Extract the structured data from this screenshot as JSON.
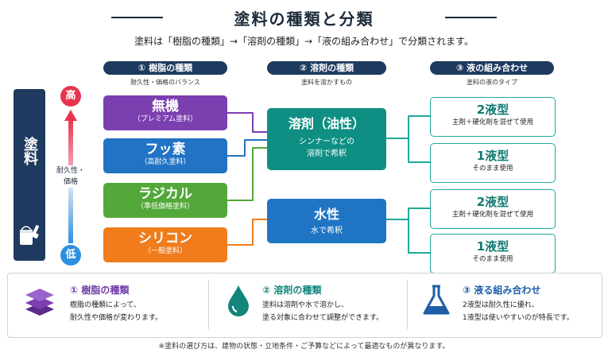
{
  "title": "塗料の種類と分類",
  "subtitle": "塗料は「樹脂の種類」→「溶剤の種類」→「液の組み合わせ」で分類されます。",
  "side_label": "塗料",
  "axis": {
    "high": "高",
    "low": "低",
    "label_line1": "耐久性・",
    "label_line2": "価格"
  },
  "columns": [
    {
      "header": "① 樹脂の種類",
      "sub": "耐久性・価格のバランス"
    },
    {
      "header": "② 溶剤の種類",
      "sub": "塗料を溶かすもの"
    },
    {
      "header": "③ 液の組み合わせ",
      "sub": "塗料の液のタイプ"
    }
  ],
  "resins": [
    {
      "name": "無機",
      "desc": "（プレミアム塗料）",
      "color": "#7b3fb0"
    },
    {
      "name": "フッ素",
      "desc": "（高耐久塗料）",
      "color": "#2173c4"
    },
    {
      "name": "ラジカル",
      "desc": "（準低価格塗料）",
      "color": "#53a83a"
    },
    {
      "name": "シリコン",
      "desc": "（一般塗料）",
      "color": "#f07c1c"
    }
  ],
  "solvents": [
    {
      "name": "溶剤（油性）",
      "desc_line1": "シンナーなどの",
      "desc_line2": "溶剤で希釈"
    },
    {
      "name": "水性",
      "desc_line1": "水で希釈"
    }
  ],
  "types": [
    {
      "name": "2液型",
      "desc": "主剤＋硬化剤を混ぜて使用"
    },
    {
      "name": "1液型",
      "desc": "そのまま使用"
    },
    {
      "name": "2液型",
      "desc": "主剤＋硬化剤を混ぜて使用"
    },
    {
      "name": "1液型",
      "desc": "そのまま使用"
    }
  ],
  "bottom": [
    {
      "title": "① 樹脂の種類",
      "line1": "樹脂の種類によって、",
      "line2": "耐久性や価格が変わります。",
      "color": "#6f3aa8"
    },
    {
      "title": "② 溶剤の種類",
      "line1": "塗料は溶剤や水で溶かし、",
      "line2": "塗る対象に合わせて調整ができます。",
      "color": "#13857b"
    },
    {
      "title": "③ 液る組み合わせ",
      "line1": "2液型は耐久性に優れ、",
      "line2": "1液型は使いやすいのが特長です。",
      "color": "#1e5fa8"
    }
  ],
  "footnote": "※塗料の選び方は、建物の状態・立地条件・ご予算などによって最適なものが異なります。",
  "colors": {
    "navy": "#1e3a5f",
    "teal": "#0f8f83",
    "blue": "#1f75c4"
  }
}
